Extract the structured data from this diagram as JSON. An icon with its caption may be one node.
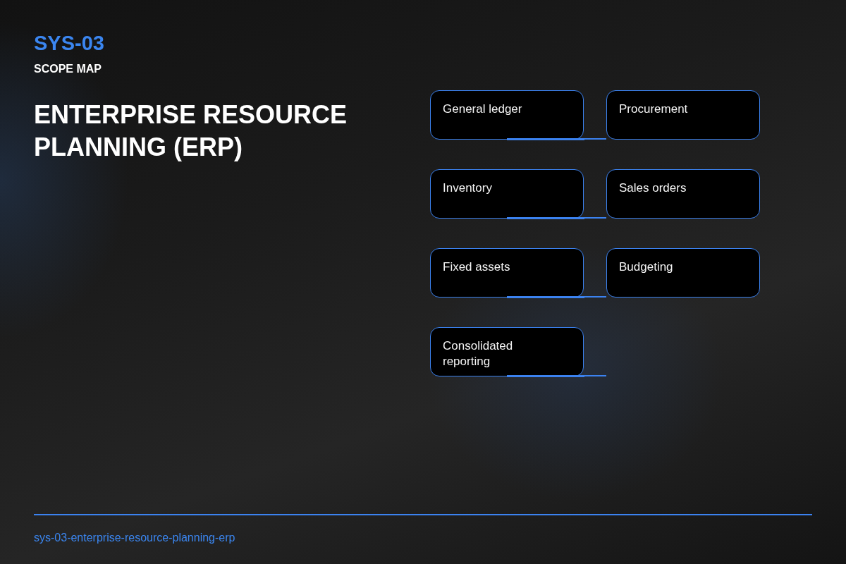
{
  "diagram": {
    "title": "ENTERPRISE RESOURCE PLANNING (ERP)",
    "nodes": [
      {
        "text": [
          "General ledger"
        ]
      },
      {
        "text": [
          "Procurement"
        ]
      },
      {
        "text": [
          "Inventory"
        ]
      },
      {
        "text": [
          "Sales orders"
        ]
      },
      {
        "text": [
          "Fixed assets"
        ]
      },
      {
        "text": [
          "Budgeting"
        ]
      },
      {
        "text": [
          "Consolidated reporting"
        ]
      }
    ],
    "edges": [
      {
        "from": 0,
        "to": 1,
        "arrow": "none"
      },
      {
        "from": 2,
        "to": 3,
        "arrow": "none"
      },
      {
        "from": 4,
        "to": 5,
        "arrow": "none"
      },
      {
        "from": 6,
        "to": null,
        "arrow": "none"
      }
    ],
    "labels": [
      "SYS-03",
      "SCOPE MAP",
      "sys-03-enterprise-resource-planning-erp"
    ]
  }
}
